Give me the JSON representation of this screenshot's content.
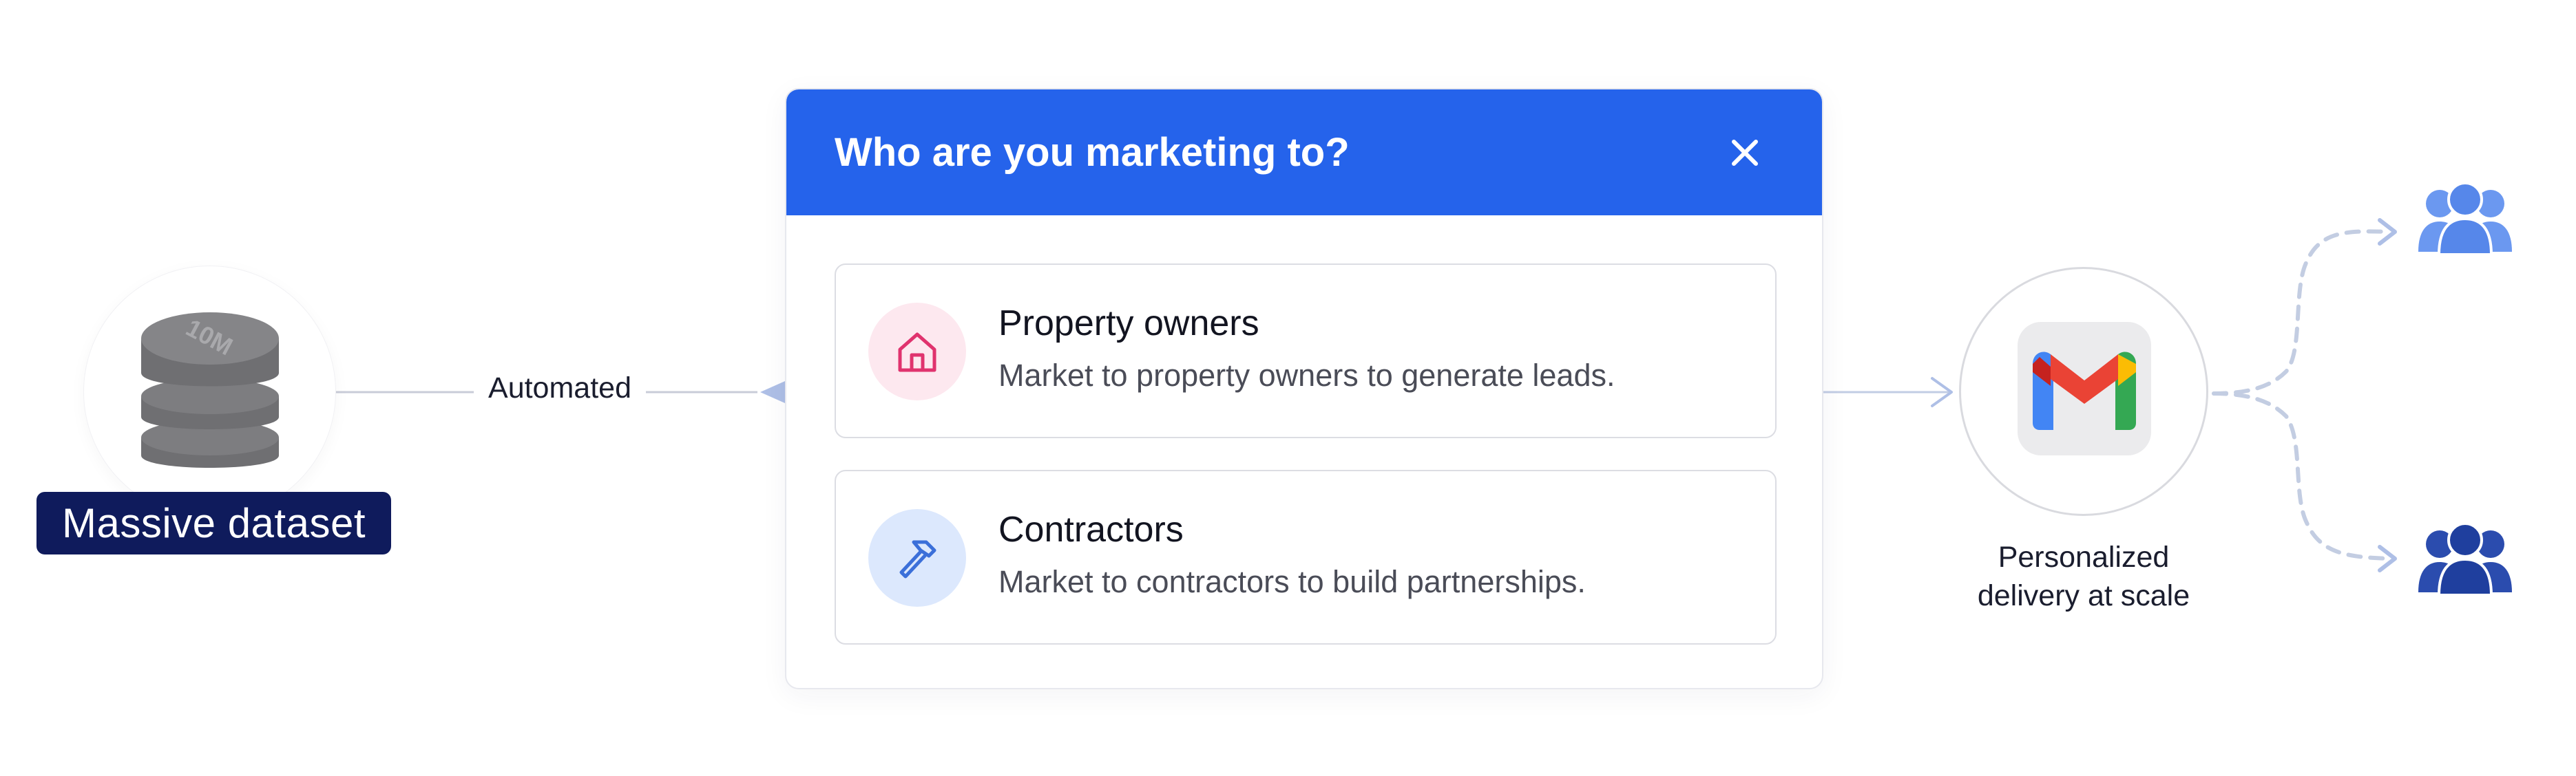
{
  "source": {
    "badge": "10M",
    "label": "Massive dataset"
  },
  "connector": {
    "label": "Automated"
  },
  "modal": {
    "title": "Who are you marketing to?",
    "options": [
      {
        "title": "Property owners",
        "description": "Market to property owners to generate leads.",
        "icon": "house-icon"
      },
      {
        "title": "Contractors",
        "description": "Market to contractors to build partnerships.",
        "icon": "hammer-icon"
      }
    ]
  },
  "delivery": {
    "line1": "Personalized",
    "line2": "delivery at scale",
    "icon": "gmail-icon"
  },
  "audiences": [
    "users-group-icon",
    "users-group-icon"
  ],
  "colors": {
    "primary_blue": "#2563eb",
    "navy": "#0f1b5c",
    "pink_accent": "#e0336e",
    "light_blue_accent": "#5b8ff0",
    "dark_blue_accent": "#1f3f9e",
    "database_gray": "#7a7a7d"
  }
}
